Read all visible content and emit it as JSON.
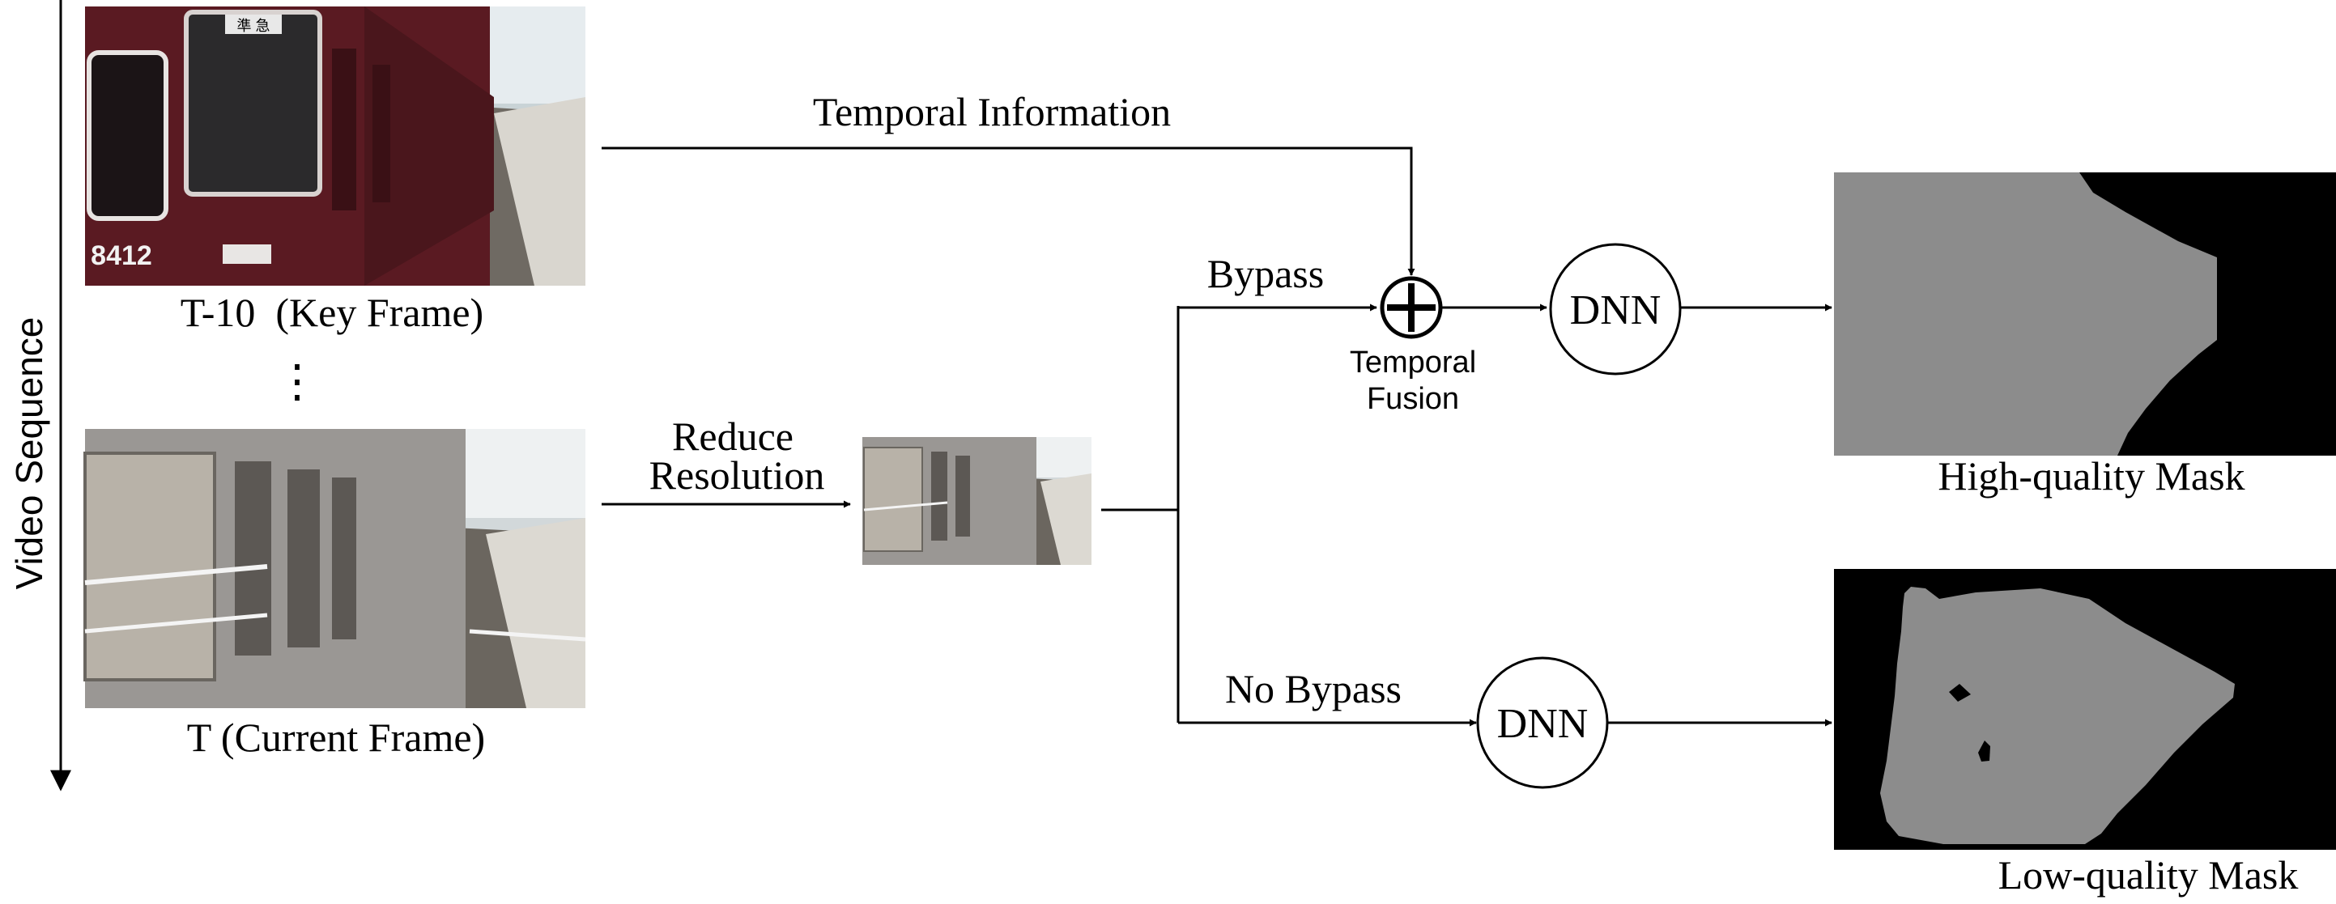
{
  "axis": {
    "label": "Video Sequence"
  },
  "frames": {
    "key_frame_label": "T-10  (Key Frame)",
    "current_frame_label": "T (Current Frame)",
    "ellipsis": "⋮",
    "train_number": "8412",
    "train_sign": "準 急"
  },
  "flow": {
    "temporal_information": "Temporal Information",
    "reduce_line1": "Reduce",
    "reduce_line2": "Resolution",
    "bypass": "Bypass",
    "no_bypass": "No Bypass",
    "fusion_line1": "Temporal",
    "fusion_line2": "Fusion",
    "dnn_top": "DNN",
    "dnn_bottom": "DNN"
  },
  "outputs": {
    "high_quality": "High-quality Mask",
    "low_quality": "Low-quality Mask"
  },
  "colors": {
    "mask_background": "#000000",
    "mask_foreground": "#8c8c8c",
    "train_maroon": "#5a1a22",
    "train_silver": "#a0a0a0"
  }
}
